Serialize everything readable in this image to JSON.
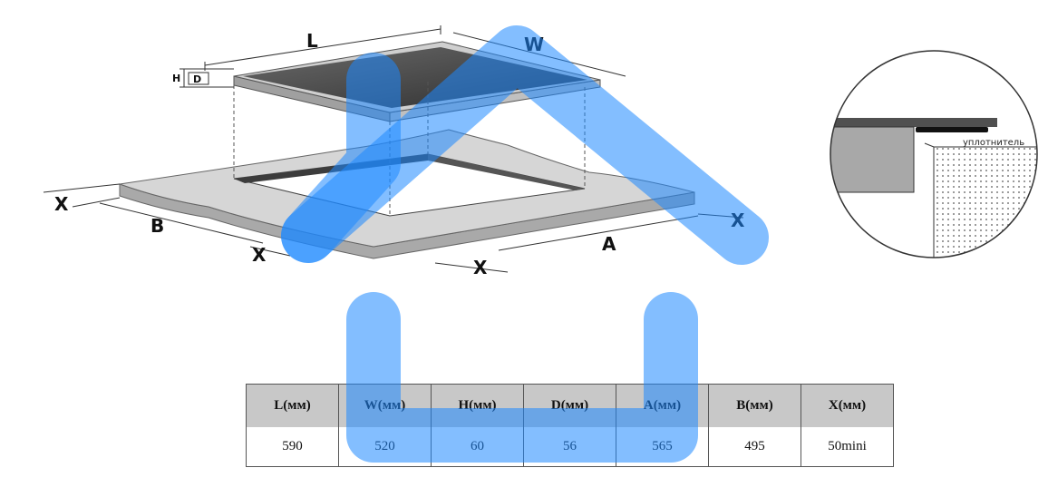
{
  "diagram": {
    "labels": {
      "L": "L",
      "W": "W",
      "H": "H",
      "D": "D",
      "B": "B",
      "A": "A",
      "X_left": "X",
      "X_front_left": "X",
      "X_front_right": "X",
      "X_right": "X"
    },
    "detail": {
      "seal_label": "уплотнитель"
    }
  },
  "colors": {
    "hob_top": "#4a4a4a",
    "hob_frame": "#b8b8b8",
    "countertop": "#d4d4d4",
    "countertop_edge": "#9a9a9a",
    "overlay_blue": "#1e88ff"
  },
  "table": {
    "headers": [
      "L(мм)",
      "W(мм)",
      "H(мм)",
      "D(мм)",
      "A(мм)",
      "B(мм)",
      "X(мм)"
    ],
    "values": [
      "590",
      "520",
      "60",
      "56",
      "565",
      "495",
      "50mini"
    ]
  }
}
